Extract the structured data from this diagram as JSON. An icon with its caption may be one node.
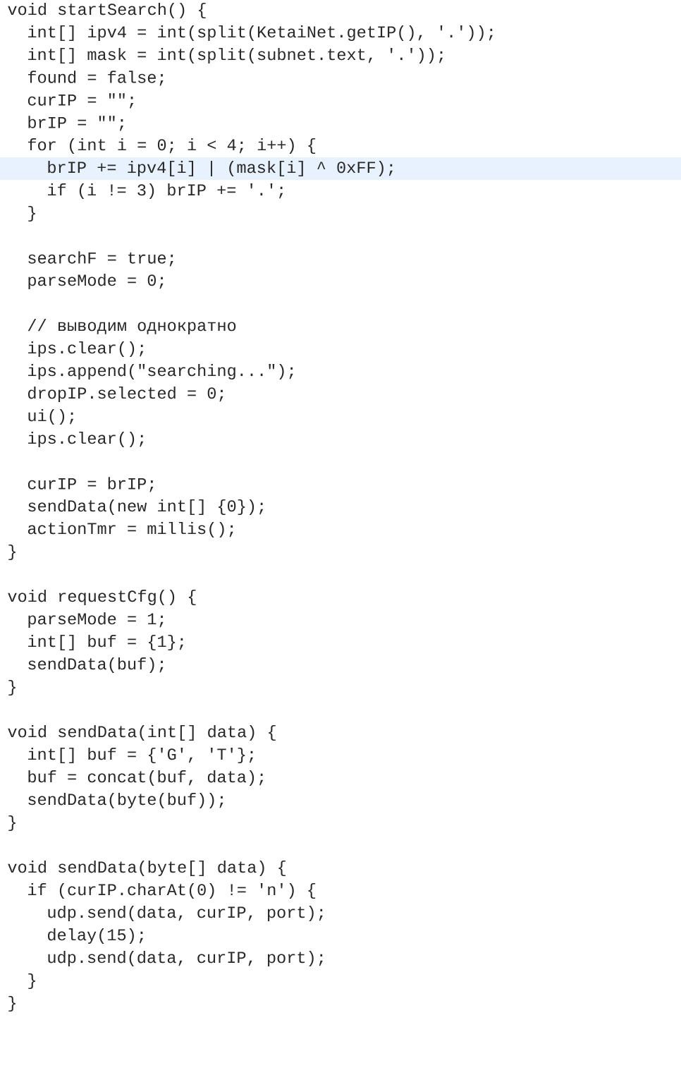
{
  "diagram": {
    "labels": [
      "void startSearch() {",
      "int[] ipv4 = int(split(KetaiNet.getIP(), '.'));",
      "int[] mask = int(split(subnet.text, '.'));",
      "found = false;",
      "curIP = \"\";",
      "brIP = \"\";",
      "for (int i = 0; i < 4; i++) {",
      "brIP += ipv4[i] | (mask[i] ^ 0xFF);",
      "if (i != 3) brIP += '.';",
      "}",
      "searchF = true;",
      "parseMode = 0;",
      "// выводим однократно",
      "ips.clear();",
      "ips.append(\"searching...\");",
      "dropIP.selected = 0;",
      "ui();",
      "ips.clear();",
      "curIP = brIP;",
      "sendData(new int[] {0});",
      "actionTmr = millis();",
      "}",
      "void requestCfg() {",
      "parseMode = 1;",
      "int[] buf = {1};",
      "sendData(buf);",
      "}",
      "void sendData(int[] data) {",
      "int[] buf = {'G', 'T'};",
      "buf = concat(buf, data);",
      "sendData(byte(buf));",
      "}",
      "void sendData(byte[] data) {",
      "if (curIP.charAt(0) != 'n') {",
      "udp.send(data, curIP, port);",
      "delay(15);",
      "udp.send(data, curIP, port);",
      "}",
      "}"
    ]
  }
}
